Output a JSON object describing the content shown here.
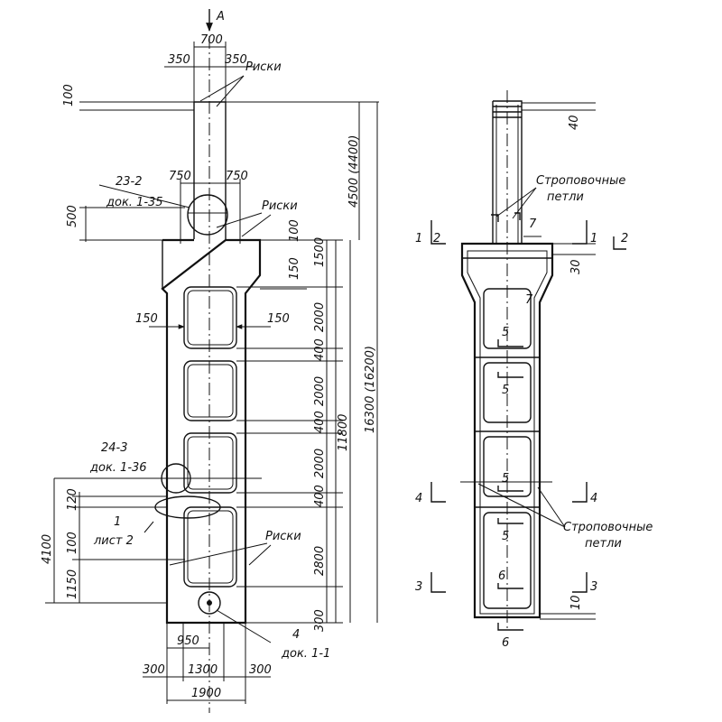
{
  "view_a": {
    "arrow_label": "A",
    "dims_top": [
      "700",
      "350",
      "350"
    ],
    "marks_label": "Риски",
    "dim_100": "100",
    "dim_4500": "4500 (4400)",
    "detail_1": {
      "num": "23-2",
      "doc": "док. 1-35"
    },
    "dims_750": [
      "750",
      "750"
    ],
    "dim_500": "500",
    "dim_100b": "100",
    "dim_16300": "16300 (16200)",
    "dim_1500": "1500",
    "dim_150_side": "150",
    "dim_150_left": "150",
    "dim_150_right": "150",
    "dims_2000": [
      "2000",
      "2000",
      "2000"
    ],
    "dims_400": [
      "400",
      "400",
      "400"
    ],
    "dim_11800": "11800",
    "detail_2": {
      "num": "24-3",
      "doc": "док. 1-36"
    },
    "dim_120": "120",
    "sheet_ref": {
      "num": "1",
      "sheet": "лист 2"
    },
    "dim_4100": "4100",
    "dim_100c": "100",
    "dim_1150": "1150",
    "dim_2800": "2800",
    "dim_300": "300",
    "detail_3": {
      "num": "4",
      "doc": "док. 1-1"
    },
    "dim_950": "950",
    "dims_bottom": [
      "300",
      "1300",
      "300"
    ],
    "dim_1900": "1900"
  },
  "view_side": {
    "dim_40": "40",
    "lifting_loops_top": [
      "Строповочные",
      "петли"
    ],
    "section_1": "1",
    "section_2": "2",
    "mark_7": "7",
    "dim_30": "30",
    "section_5": "5",
    "section_4": "4",
    "lifting_loops_bottom": [
      "Строповочные",
      "петли"
    ],
    "section_6": "6",
    "section_3": "3",
    "dim_10": "10"
  }
}
